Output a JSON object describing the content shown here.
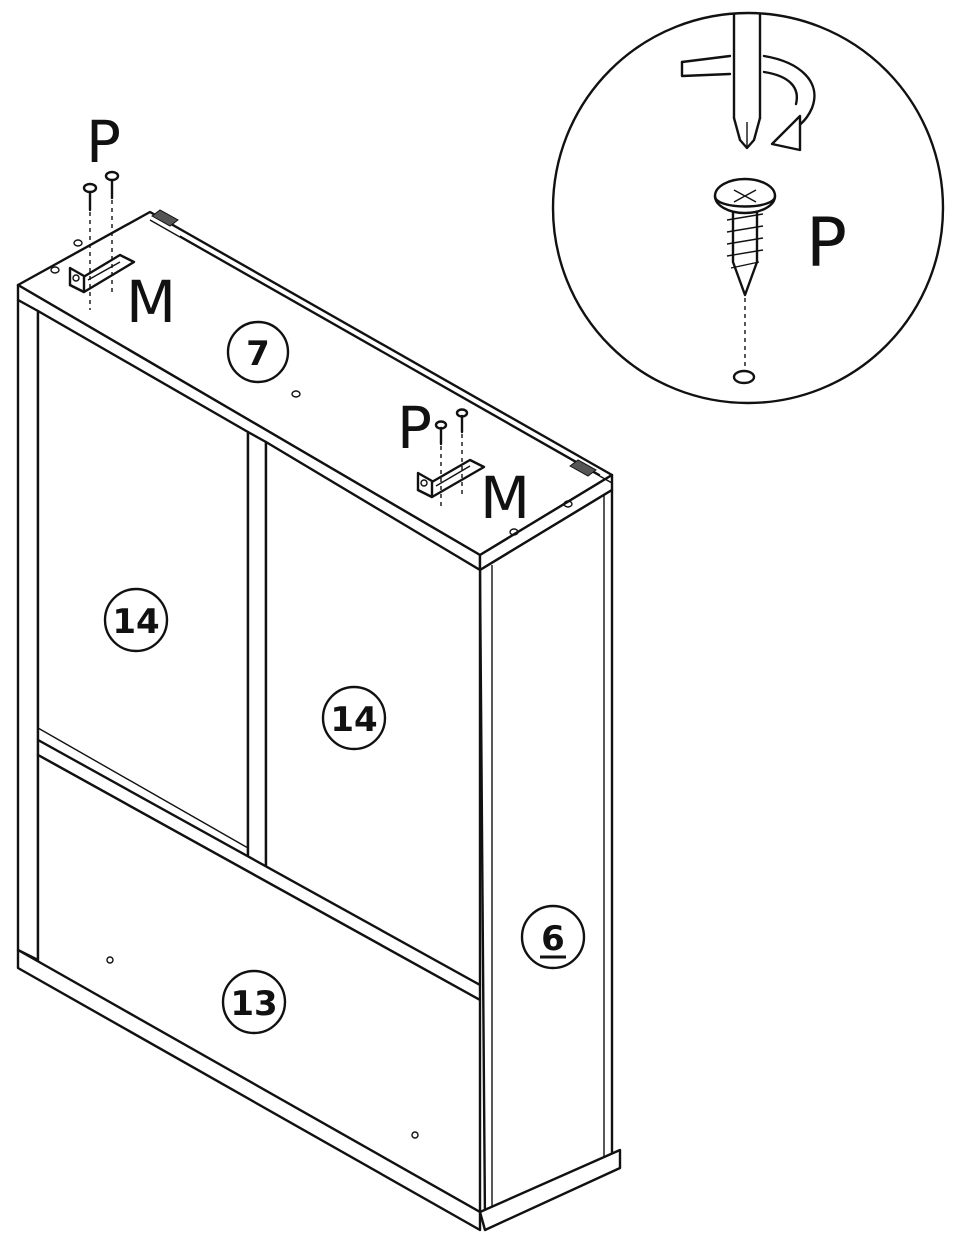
{
  "hardware_labels": {
    "screw_top_left": "P",
    "bracket_top_left": "M",
    "screw_top_right": "P",
    "bracket_top_right": "M",
    "screw_detail": "P"
  },
  "part_labels": {
    "top_panel": "7",
    "left_door_panel": "14",
    "right_door_panel": "14",
    "bottom_panel": "13",
    "side_panel": "6"
  },
  "icons": {
    "rotation": "clockwise-arrow-icon",
    "screwdriver": "phillips-screwdriver-icon",
    "screw": "screw-icon",
    "bracket": "l-bracket-icon"
  }
}
